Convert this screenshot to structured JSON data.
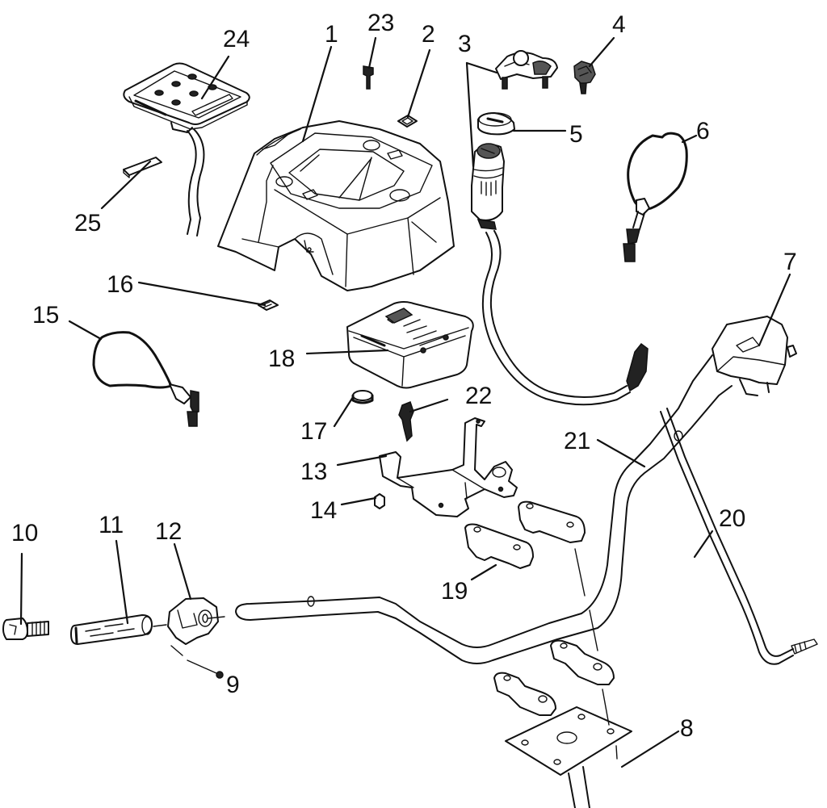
{
  "diagram": {
    "type": "exploded-parts-diagram",
    "background_color": "#ffffff",
    "line_color": "#111111",
    "callouts": [
      {
        "id": "c1",
        "label": "1"
      },
      {
        "id": "c2",
        "label": "2"
      },
      {
        "id": "c3",
        "label": "3"
      },
      {
        "id": "c4",
        "label": "4"
      },
      {
        "id": "c5",
        "label": "5"
      },
      {
        "id": "c6",
        "label": "6"
      },
      {
        "id": "c7",
        "label": "7"
      },
      {
        "id": "c8",
        "label": "8"
      },
      {
        "id": "c9",
        "label": "9"
      },
      {
        "id": "c10",
        "label": "10"
      },
      {
        "id": "c11",
        "label": "11"
      },
      {
        "id": "c12",
        "label": "12"
      },
      {
        "id": "c13",
        "label": "13"
      },
      {
        "id": "c14",
        "label": "14"
      },
      {
        "id": "c15",
        "label": "15"
      },
      {
        "id": "c16",
        "label": "16"
      },
      {
        "id": "c17",
        "label": "17"
      },
      {
        "id": "c18",
        "label": "18"
      },
      {
        "id": "c19",
        "label": "19"
      },
      {
        "id": "c20",
        "label": "20"
      },
      {
        "id": "c21",
        "label": "21"
      },
      {
        "id": "c22",
        "label": "22"
      },
      {
        "id": "c23",
        "label": "23"
      },
      {
        "id": "c24",
        "label": "24"
      },
      {
        "id": "c25",
        "label": "25"
      }
    ]
  }
}
